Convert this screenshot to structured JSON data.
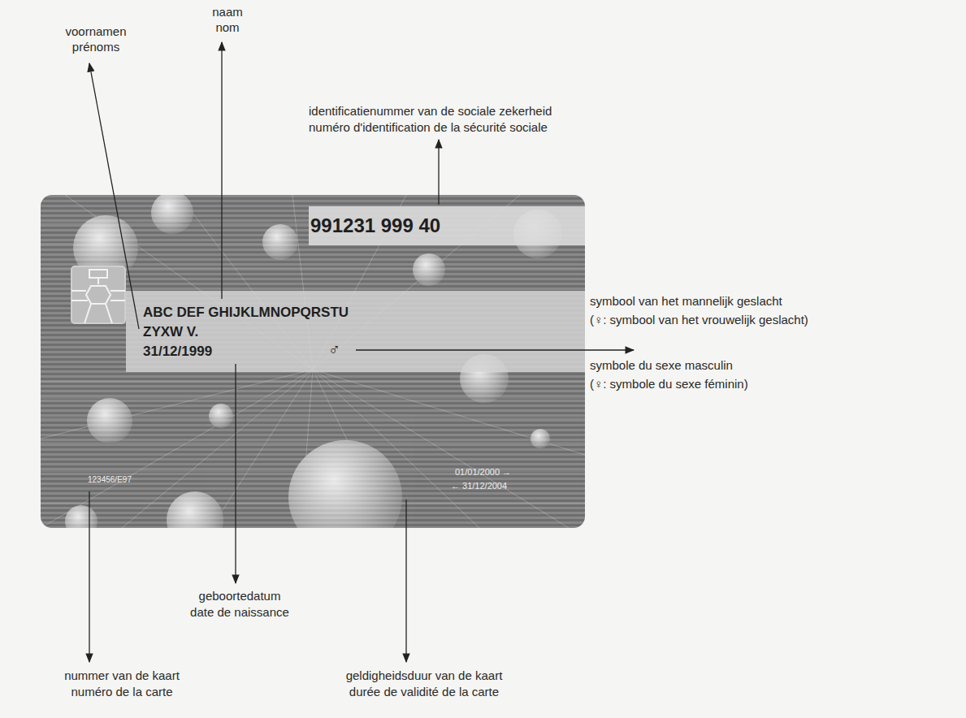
{
  "diagram": {
    "nodes": [
      {
        "text": [
          "991231 999 40",
          "ABC DEF GHIJKLMNOPQRSTU",
          "ZYXW V.",
          "31/12/1999",
          "♂",
          "123456/E97",
          "01/01/2000 →",
          "← 31/12/2004"
        ]
      }
    ],
    "labels": [
      "voornamen",
      "prénoms",
      "naam",
      "nom",
      "identificatienummer van de sociale zekerheid",
      "numéro d'identification de la sécurité sociale",
      "symbool van het mannelijk geslacht",
      "(♀: symbool van het vrouwelijk geslacht)",
      "symbole du sexe masculin",
      "(♀: symbole du sexe féminin)",
      "geboortedatum",
      "date de naissance",
      "nummer van de kaart",
      "numéro de la carte",
      "geldigheidsduur van de kaart",
      "durée de validité de la carte"
    ]
  }
}
